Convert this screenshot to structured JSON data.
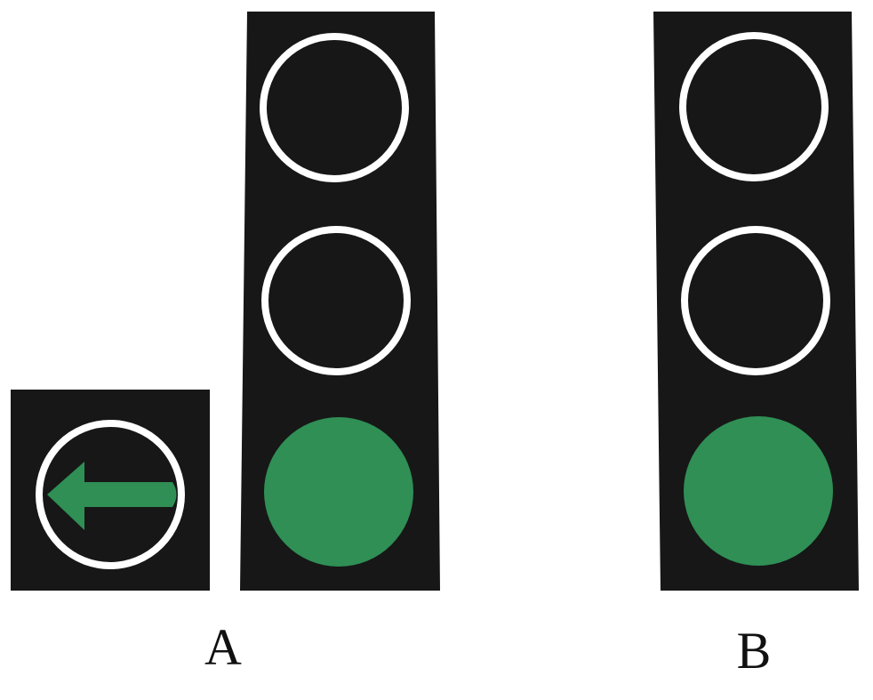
{
  "colors": {
    "background": "#ffffff",
    "housing": "#171717",
    "ring": "#ffffff",
    "green": "#2f8f55",
    "label": "#111111"
  },
  "groups": [
    {
      "id": "A",
      "label": "A",
      "arrow_signal": {
        "icon": "left-arrow-icon",
        "direction": "left",
        "color_ref": "green"
      },
      "main_signal": {
        "lamps": [
          "off",
          "off",
          "green"
        ]
      }
    },
    {
      "id": "B",
      "label": "B",
      "main_signal": {
        "lamps": [
          "off",
          "off",
          "green"
        ]
      }
    }
  ]
}
